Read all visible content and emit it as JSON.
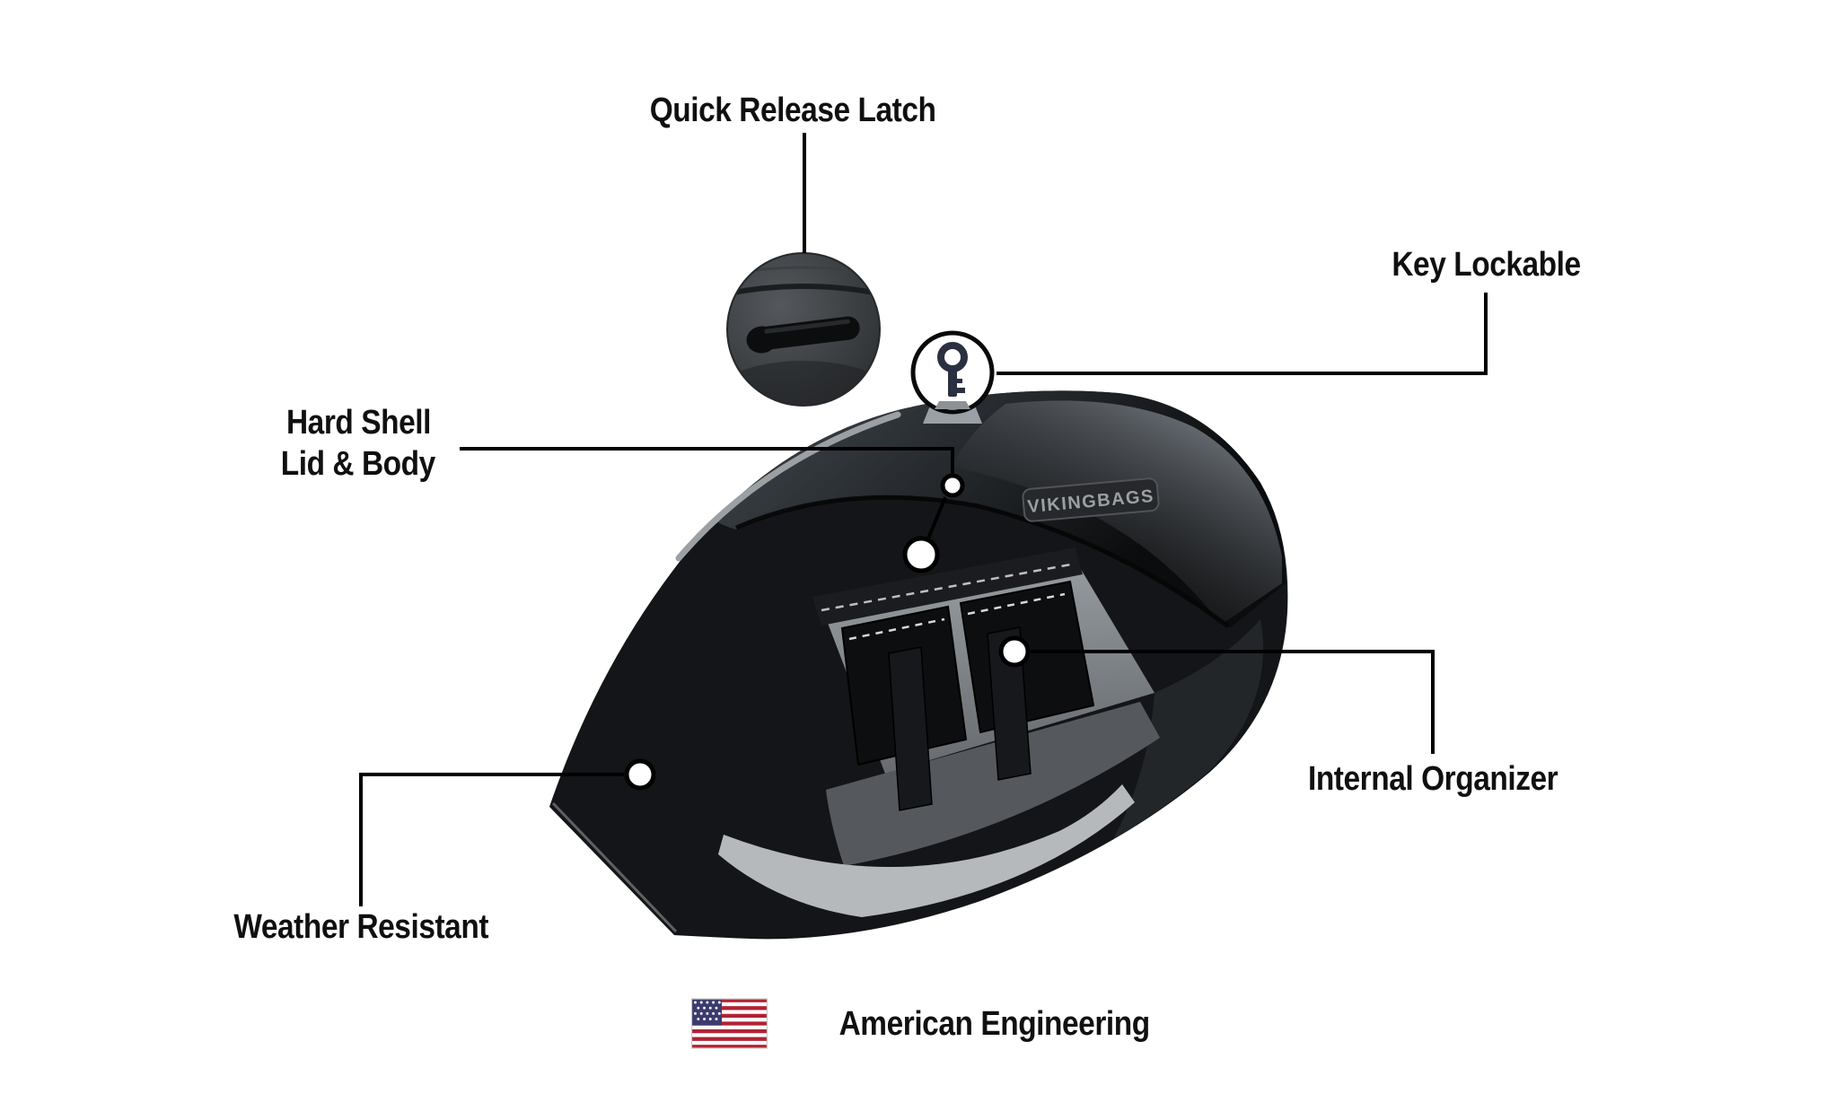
{
  "page": {
    "background": "#ffffff"
  },
  "callouts": {
    "quick_release_latch": {
      "label": "Quick Release Latch"
    },
    "key_lockable": {
      "label": "Key Lockable"
    },
    "hard_shell": {
      "line1": "Hard Shell",
      "line2": "Lid & Body"
    },
    "internal_organizer": {
      "label": "Internal Organizer"
    },
    "weather_resistant": {
      "label": "Weather Resistant"
    },
    "american_engineering": {
      "label": "American Engineering"
    }
  },
  "product": {
    "brand_badge": "VIKINGBAGS"
  },
  "icons": {
    "latch_inset": "latch-detail-inset-icon",
    "key": "key-icon",
    "us_flag": "us-flag-icon"
  },
  "colors": {
    "label_text": "#101010",
    "connector": "#000000",
    "bag_black": "#141518",
    "lid_sheen": "#70767d",
    "accent_stripe": "#9ba0a4",
    "interior_gray": "#9aa0a4",
    "bottom_highlight": "#b5b9bb",
    "badge_bg": "#26282b",
    "badge_text": "#9aa0a4",
    "flag_red": "#b22234",
    "flag_blue": "#3c3b6e"
  }
}
